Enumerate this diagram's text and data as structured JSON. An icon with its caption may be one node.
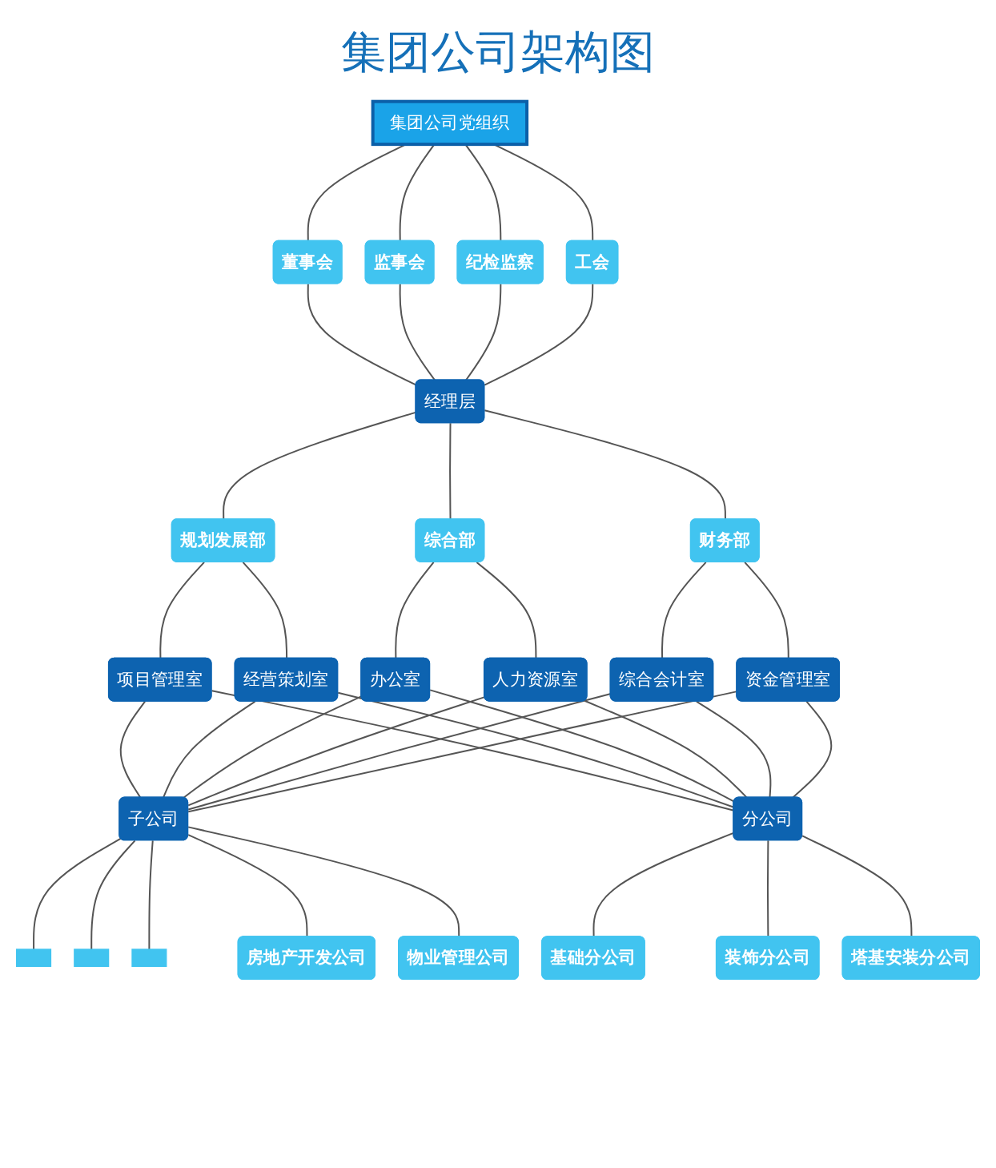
{
  "diagram": {
    "title": "集团公司架构图",
    "nodes": [
      {
        "text": [
          "集团公司党组织"
        ]
      },
      {
        "text": [
          "董事会"
        ]
      },
      {
        "text": [
          "监事会"
        ]
      },
      {
        "text": [
          "纪检监察"
        ]
      },
      {
        "text": [
          "工会"
        ]
      },
      {
        "text": [
          "经理层"
        ]
      },
      {
        "text": [
          "规划发展部"
        ]
      },
      {
        "text": [
          "综合部"
        ]
      },
      {
        "text": [
          "财务部"
        ]
      },
      {
        "text": [
          "项目管理室"
        ]
      },
      {
        "text": [
          "经营策划室"
        ]
      },
      {
        "text": [
          "办公室"
        ]
      },
      {
        "text": [
          "人力资源室"
        ]
      },
      {
        "text": [
          "综合会计室"
        ]
      },
      {
        "text": [
          "资金管理室"
        ]
      },
      {
        "text": [
          "子公司"
        ]
      },
      {
        "text": [
          "分公司"
        ]
      },
      {
        "text": [],
        "shape": "box"
      },
      {
        "text": [],
        "shape": "box"
      },
      {
        "text": [],
        "shape": "box"
      },
      {
        "text": [
          "房地产开发公司"
        ]
      },
      {
        "text": [
          "物业管理公司"
        ]
      },
      {
        "text": [
          "基础分公司"
        ]
      },
      {
        "text": [
          "装饰分公司"
        ]
      },
      {
        "text": [
          "塔基安装分公司"
        ]
      }
    ],
    "edges": [
      {
        "from": 0,
        "to": 1,
        "arrow": "none"
      },
      {
        "from": 0,
        "to": 2,
        "arrow": "none"
      },
      {
        "from": 0,
        "to": 3,
        "arrow": "none"
      },
      {
        "from": 0,
        "to": 4,
        "arrow": "none"
      },
      {
        "from": 1,
        "to": 5,
        "arrow": "none"
      },
      {
        "from": 2,
        "to": 5,
        "arrow": "none"
      },
      {
        "from": 3,
        "to": 5,
        "arrow": "none"
      },
      {
        "from": 4,
        "to": 5,
        "arrow": "none"
      },
      {
        "from": 5,
        "to": 6,
        "arrow": "none"
      },
      {
        "from": 5,
        "to": 7,
        "arrow": "none"
      },
      {
        "from": 5,
        "to": 8,
        "arrow": "none"
      },
      {
        "from": 6,
        "to": 9,
        "arrow": "none"
      },
      {
        "from": 6,
        "to": 10,
        "arrow": "none"
      },
      {
        "from": 7,
        "to": 11,
        "arrow": "none"
      },
      {
        "from": 7,
        "to": 12,
        "arrow": "none"
      },
      {
        "from": 8,
        "to": 13,
        "arrow": "none"
      },
      {
        "from": 8,
        "to": 14,
        "arrow": "none"
      },
      {
        "from": 9,
        "to": 15,
        "arrow": "none"
      },
      {
        "from": 10,
        "to": 15,
        "arrow": "none"
      },
      {
        "from": 11,
        "to": 15,
        "arrow": "none"
      },
      {
        "from": 12,
        "to": 15,
        "arrow": "none"
      },
      {
        "from": 13,
        "to": 15,
        "arrow": "none"
      },
      {
        "from": 14,
        "to": 15,
        "arrow": "none"
      },
      {
        "from": 9,
        "to": 16,
        "arrow": "none"
      },
      {
        "from": 10,
        "to": 16,
        "arrow": "none"
      },
      {
        "from": 11,
        "to": 16,
        "arrow": "none"
      },
      {
        "from": 12,
        "to": 16,
        "arrow": "none"
      },
      {
        "from": 13,
        "to": 16,
        "arrow": "none"
      },
      {
        "from": 14,
        "to": 16,
        "arrow": "none"
      },
      {
        "from": 15,
        "to": 17,
        "arrow": "none"
      },
      {
        "from": 15,
        "to": 18,
        "arrow": "none"
      },
      {
        "from": 15,
        "to": 19,
        "arrow": "none"
      },
      {
        "from": 15,
        "to": 20,
        "arrow": "none"
      },
      {
        "from": 15,
        "to": 21,
        "arrow": "none"
      },
      {
        "from": 16,
        "to": 22,
        "arrow": "none"
      },
      {
        "from": 16,
        "to": 23,
        "arrow": "none"
      },
      {
        "from": 16,
        "to": 24,
        "arrow": "none"
      }
    ]
  }
}
